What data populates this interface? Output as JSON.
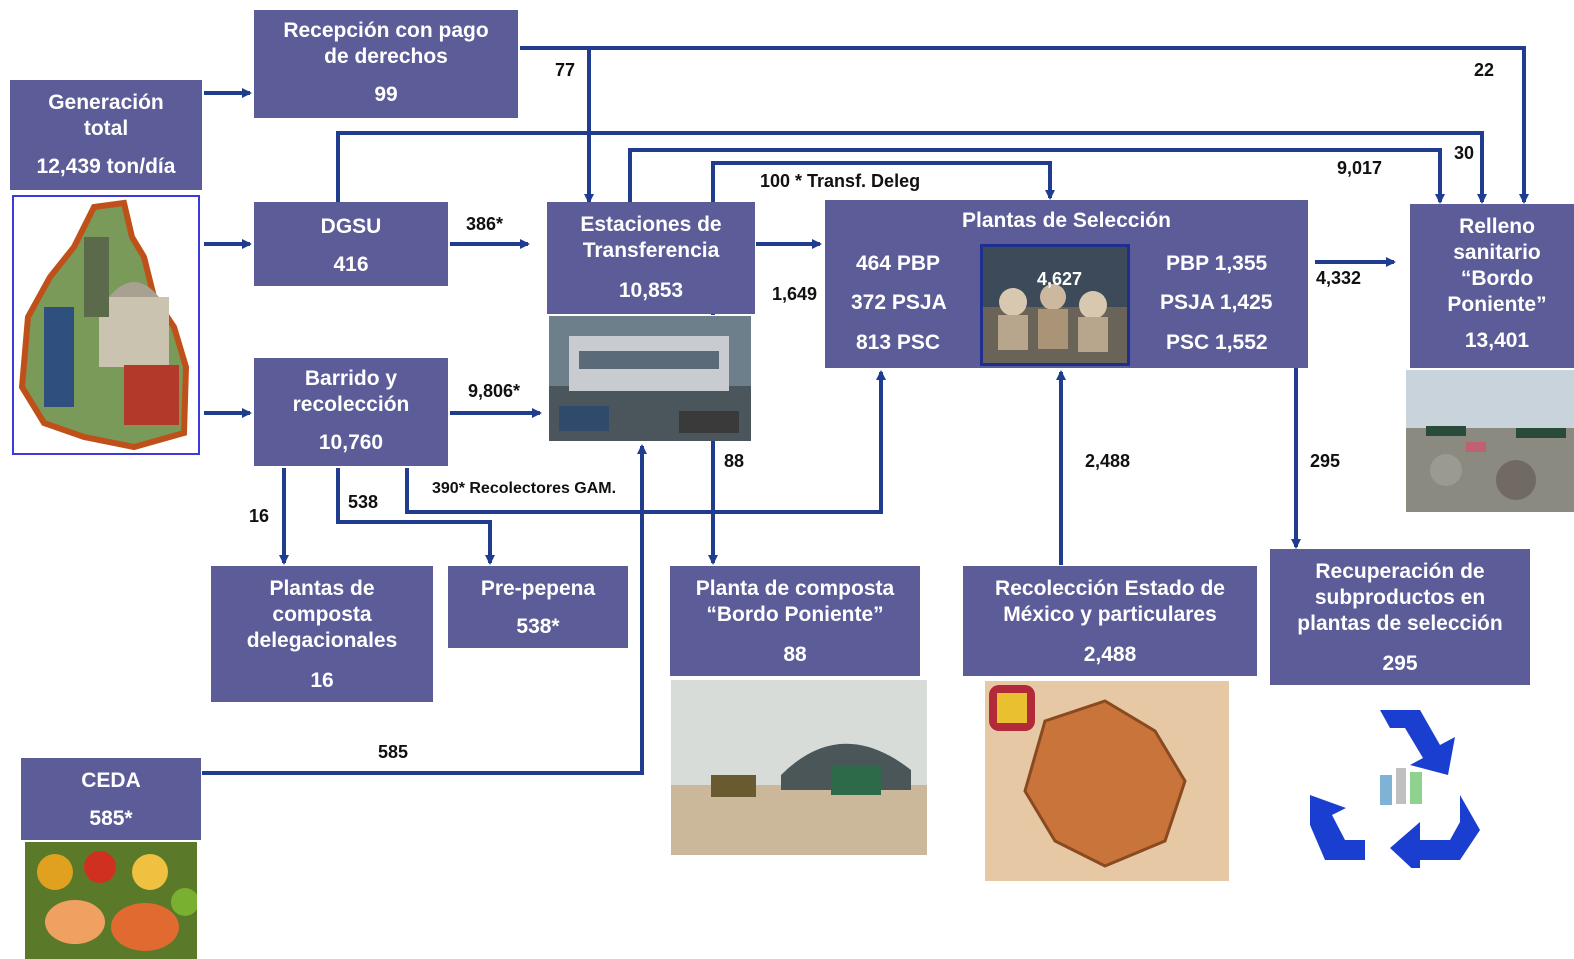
{
  "colors": {
    "box": "#5c5c99",
    "arrow": "#1f3c8f"
  },
  "nodes": {
    "generacion": {
      "title": "Generación total",
      "value": "12,439 ton/día"
    },
    "recepcion": {
      "title": "Recepción con pago de derechos",
      "value": "99"
    },
    "dgsu": {
      "title": "DGSU",
      "value": "416"
    },
    "barrido": {
      "title": "Barrido y recolección",
      "value": "10,760"
    },
    "estaciones": {
      "title": "Estaciones de Transferencia",
      "value": "10,853"
    },
    "plantas_seleccion": {
      "title": "Plantas de Selección",
      "left": [
        "464 PBP",
        "372 PSJA",
        "813 PSC"
      ],
      "right": [
        "PBP 1,355",
        "PSJA 1,425",
        "PSC 1,552"
      ],
      "center": "4,627"
    },
    "relleno": {
      "title": "Relleno sanitario “Bordo Poniente”",
      "value": "13,401"
    },
    "composta_deleg": {
      "title": "Plantas de composta delegacionales",
      "value": "16"
    },
    "prepepena": {
      "title": "Pre-pepena",
      "value": "538*"
    },
    "composta_bordo": {
      "title": "Planta de composta “Bordo Poniente”",
      "value": "88"
    },
    "edomex": {
      "title": "Recolección Estado de México y particulares",
      "value": "2,488"
    },
    "recuperacion": {
      "title": "Recuperación de subproductos en plantas de selección",
      "value": "295"
    },
    "ceda": {
      "title": "CEDA",
      "value": "585*"
    }
  },
  "flows": {
    "f77": "77",
    "f22": "22",
    "f30": "30",
    "f9017": "9,017",
    "f100": "100 * Transf. Deleg",
    "f386": "386*",
    "f1649": "1,649",
    "f4332": "4,332",
    "f9806": "9,806*",
    "f88": "88",
    "f2488": "2,488",
    "f295": "295",
    "f16": "16",
    "f538": "538",
    "f390": "390* Recolectores GAM.",
    "f585": "585"
  },
  "images": [
    "ciudad-map-photo",
    "transfer-station-photo",
    "sorting-plant-photo",
    "landfill-photo",
    "compost-plant-photo",
    "estado-mexico-map",
    "recycle-symbol",
    "fruits-photo"
  ]
}
